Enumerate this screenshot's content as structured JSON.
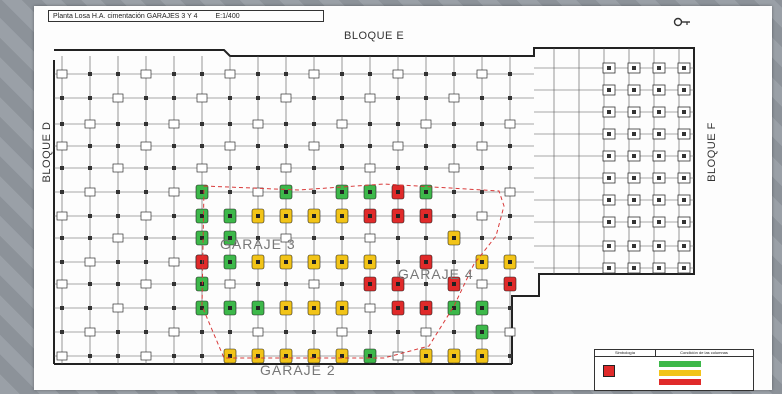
{
  "title_box": {
    "title": "Planta Losa H.A. cimentación GARAJES 3 Y 4",
    "scale": "E:1/400"
  },
  "blocks": {
    "north": "BLOQUE E",
    "west": "BLOQUE D",
    "east": "BLOQUE F"
  },
  "garages": {
    "g3": "GARAJE 3",
    "g4": "GARAJE 4",
    "g2": "GARAJE 2"
  },
  "legend": {
    "header_left": "Simbología",
    "header_right": "Condición de las columnas"
  },
  "colors": {
    "green": "#3db84a",
    "yellow": "#f2c418",
    "red": "#e02a2a",
    "line": "#222222",
    "dashed": "#d93a3a"
  },
  "icons": {
    "north_arrow": "key-icon"
  }
}
